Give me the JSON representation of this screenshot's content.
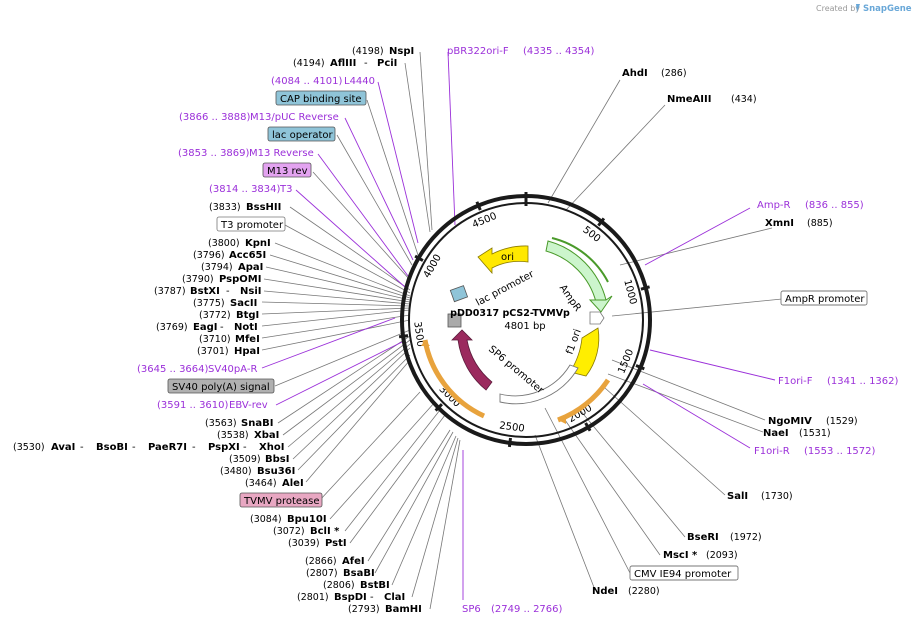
{
  "credit": {
    "created_by": "Created by",
    "brand": "SnapGene"
  },
  "plasmid": {
    "name": "pDD0317 pCS2-TVMVp",
    "length_label": "4801 bp"
  },
  "ticks": [
    "500",
    "1000",
    "1500",
    "2000",
    "2500",
    "3000",
    "3500",
    "4000",
    "4500"
  ],
  "features_inside": {
    "ori": "ori",
    "ampr": "AmpR",
    "lac_promoter": "lac promoter",
    "sp6_promoter": "SP6 promoter",
    "f1_ori": "f1 ori"
  },
  "right_labels": {
    "ahdi": {
      "name": "AhdI",
      "pos": "(286)"
    },
    "nmeaiii": {
      "name": "NmeAIII",
      "pos": "(434)"
    },
    "amp_r": {
      "name": "Amp-R",
      "pos": "(836 .. 855)"
    },
    "xmni": {
      "name": "XmnI",
      "pos": "(885)"
    },
    "ampr_promoter": {
      "name": "AmpR promoter"
    },
    "f1ori_f": {
      "name": "F1ori-F",
      "pos": "(1341 .. 1362)"
    },
    "ngomiv": {
      "name": "NgoMIV",
      "pos": "(1529)"
    },
    "naei": {
      "name": "NaeI",
      "pos": "(1531)"
    },
    "f1ori_r": {
      "name": "F1ori-R",
      "pos": "(1553 .. 1572)"
    },
    "sali": {
      "name": "SalI",
      "pos": "(1730)"
    },
    "beri": {
      "name": "BseRI",
      "pos": "(1972)"
    },
    "msci": {
      "name": "MscI *",
      "pos": "(2093)"
    },
    "cmv_ie94": {
      "name": "CMV IE94 promoter"
    },
    "ndei": {
      "name": "NdeI",
      "pos": "(2280)"
    },
    "sp6": {
      "name": "SP6",
      "pos": "(2749 .. 2766)"
    }
  },
  "top_labels": {
    "nspi": {
      "pos": "(4198)",
      "name": "NspI"
    },
    "afliii": {
      "pos": "(4194)",
      "name": "AflIII",
      "sep": " - ",
      "name2": "PciI"
    },
    "pbr322": {
      "name": "pBR322ori-F",
      "pos": "(4335 .. 4354)"
    },
    "l4440": {
      "pos": "(4084 .. 4101)",
      "name": "L4440"
    },
    "cap": {
      "name": "CAP binding site"
    },
    "m13puc": {
      "pos": "(3866 .. 3888)",
      "name": "M13/pUC Reverse"
    },
    "lacop": {
      "name": "lac operator"
    },
    "m13rev": {
      "pos": "(3853 .. 3869)",
      "name": "M13 Reverse"
    },
    "m13revbox": {
      "name": "M13 rev"
    },
    "t3": {
      "pos": "(3814 .. 3834)",
      "name": "T3"
    },
    "bsshii": {
      "pos": "(3833)",
      "name": "BssHII"
    },
    "t3prom": {
      "name": "T3 promoter"
    },
    "kpni": {
      "pos": "(3800)",
      "name": "KpnI"
    },
    "acc65i": {
      "pos": "(3796)",
      "name": "Acc65I"
    },
    "apai": {
      "pos": "(3794)",
      "name": "ApaI"
    },
    "pspomi": {
      "pos": "(3790)",
      "name": "PspOMI"
    },
    "bstxi": {
      "pos": "(3787)",
      "name": "BstXI",
      "sep": " - ",
      "name2": "NsiI"
    },
    "sacii": {
      "pos": "(3775)",
      "name": "SacII"
    },
    "btgi": {
      "pos": "(3772)",
      "name": "BtgI"
    },
    "eagi": {
      "pos": "(3769)",
      "name": "EagI",
      "sep": " - ",
      "name2": "NotI"
    },
    "mfei": {
      "pos": "(3710)",
      "name": "MfeI"
    },
    "hpai": {
      "pos": "(3701)",
      "name": "HpaI"
    },
    "sv40pa": {
      "pos": "(3645 .. 3664)",
      "name": "SV40pA-R"
    },
    "sv40poly": {
      "name": "SV40 poly(A) signal"
    },
    "ebv": {
      "pos": "(3591 .. 3610)",
      "name": "EBV-rev"
    },
    "snabi": {
      "pos": "(3563)",
      "name": "SnaBI"
    },
    "xbai": {
      "pos": "(3538)",
      "name": "XbaI"
    },
    "avai_line": {
      "pos": "(3530)",
      "a": "AvaI",
      "b": "BsoBI",
      "c": "PaeR7I",
      "d": "PspXI",
      "e": "XhoI",
      "sep": " - "
    },
    "bbsi": {
      "pos": "(3509)",
      "name": "BbsI"
    },
    "bsu36i": {
      "pos": "(3480)",
      "name": "Bsu36I"
    },
    "alei": {
      "pos": "(3464)",
      "name": "AleI"
    },
    "tvmv": {
      "name": "TVMV protease"
    },
    "bpu10i": {
      "pos": "(3084)",
      "name": "Bpu10I"
    },
    "bcli": {
      "pos": "(3072)",
      "name": "BclI *"
    },
    "psti": {
      "pos": "(3039)",
      "name": "PstI"
    },
    "afei": {
      "pos": "(2866)",
      "name": "AfeI"
    },
    "bsabi": {
      "pos": "(2807)",
      "name": "BsaBI"
    },
    "bstbi": {
      "pos": "(2806)",
      "name": "BstBI"
    },
    "bspdi": {
      "pos": "(2801)",
      "name": "BspDI",
      "sep": " - ",
      "name2": "ClaI"
    },
    "bamhi": {
      "pos": "(2793)",
      "name": "BamHI"
    }
  },
  "colors": {
    "primer": "#9b30d9",
    "backbone": "#1a1a1a",
    "ori": "#ffe800",
    "ampr": "#ccf5cc",
    "ampr_outline": "#4a9a2a",
    "sp6_promoter": "#9b2a5e",
    "f1ori": "#ffee00",
    "cap_box": "#8fc4d8",
    "lacop_box": "#8fc4d8",
    "m13rev_box": "#e3a3f0",
    "sv40_box": "#b0b0b0",
    "tvmv_box": "#e8a7c2",
    "orange_arc": "#e8a33d"
  }
}
